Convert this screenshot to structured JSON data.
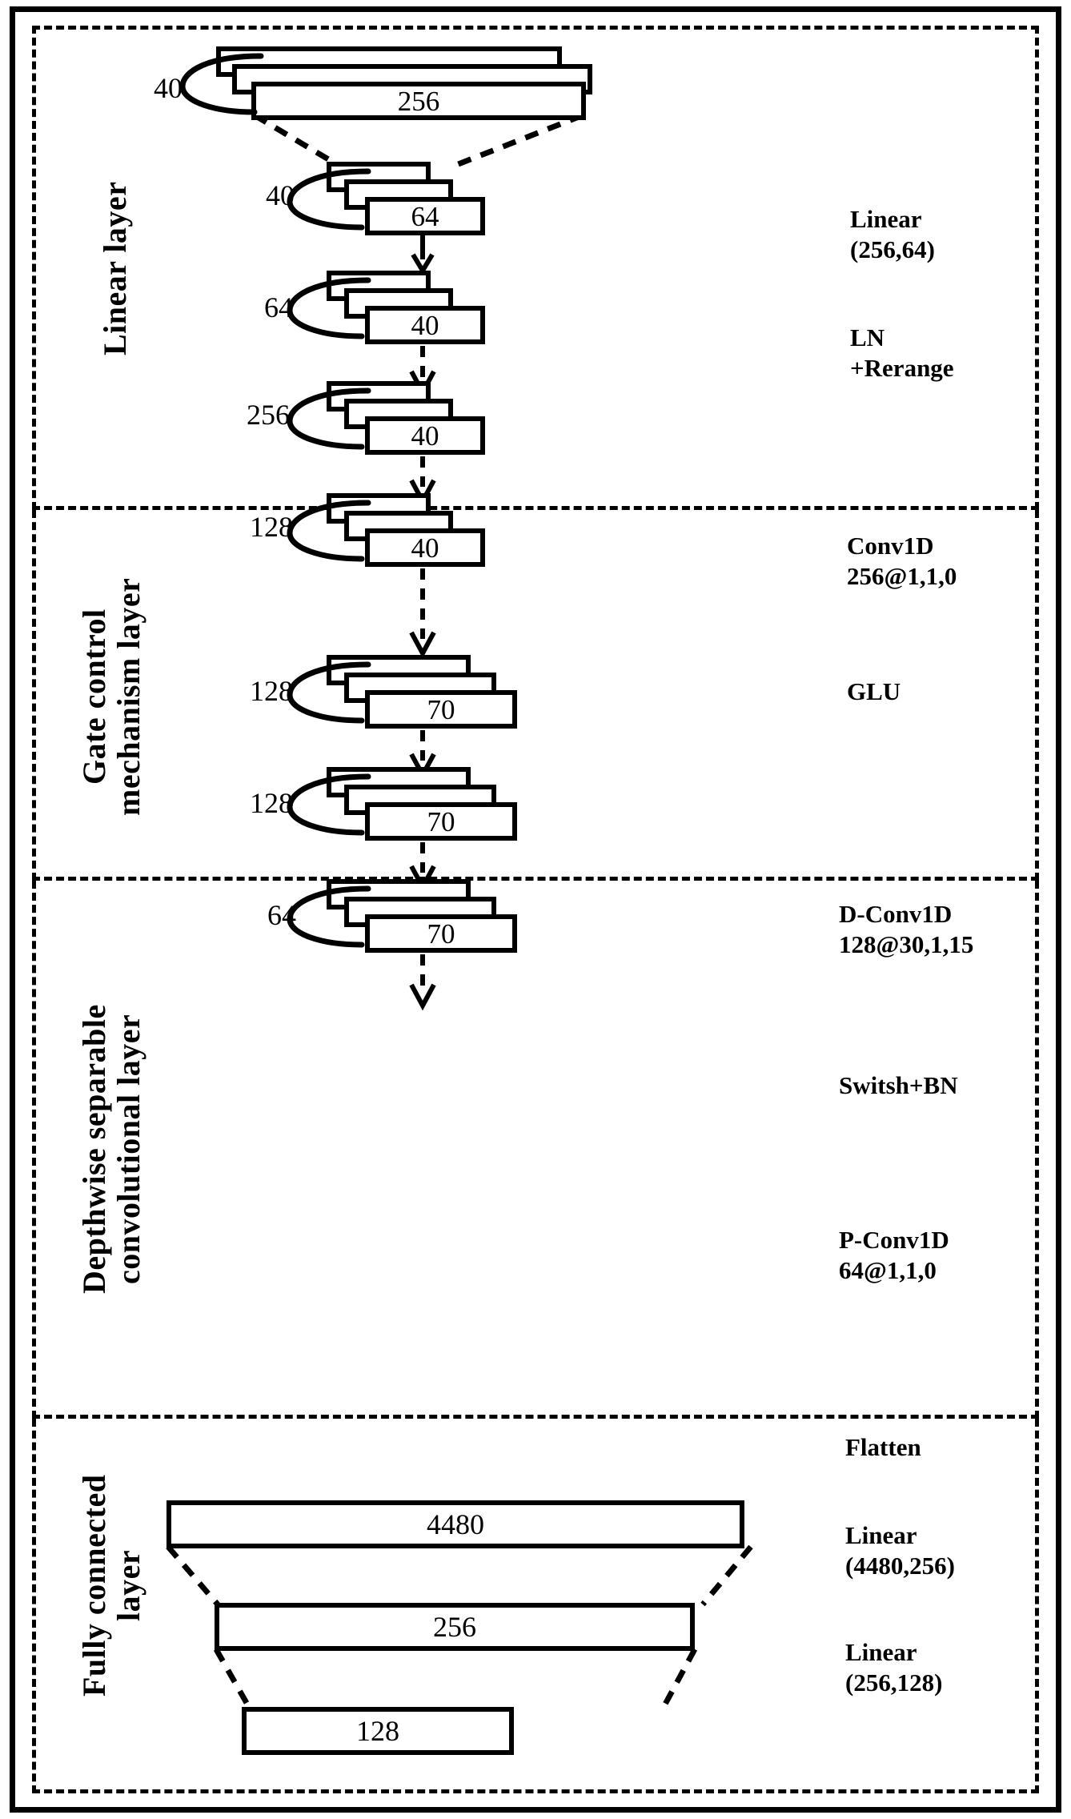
{
  "diagram": {
    "title": "Network architecture block diagram",
    "stages": [
      {
        "id": "linear-layer",
        "label": "Linear layer",
        "ops": [
          {
            "id": "linear-256-64",
            "lines": "Linear\n(256,64)"
          },
          {
            "id": "ln-rerange",
            "lines": "LN\n+Rerange"
          }
        ],
        "blocks": [
          {
            "id": "input-256",
            "channels": "40",
            "value": "256"
          },
          {
            "id": "linear-out-64",
            "channels": "40",
            "value": "64"
          },
          {
            "id": "rerange-40",
            "channels": "64",
            "value": "40"
          }
        ]
      },
      {
        "id": "gate-control-layer",
        "label": "Gate control\nmechanism layer",
        "ops": [
          {
            "id": "conv1d",
            "lines": "Conv1D\n256@1,1,0"
          },
          {
            "id": "glu",
            "lines": "GLU"
          }
        ],
        "blocks": [
          {
            "id": "conv1d-out",
            "channels": "256",
            "value": "40"
          },
          {
            "id": "glu-out",
            "channels": "128",
            "value": "40"
          }
        ]
      },
      {
        "id": "depthwise-separable-layer",
        "label": "Depthwise separable\nconvolutional layer",
        "ops": [
          {
            "id": "d-conv1d",
            "lines": "D-Conv1D\n128@30,1,15"
          },
          {
            "id": "switsh-bn",
            "lines": "Switsh+BN"
          },
          {
            "id": "p-conv1d",
            "lines": "P-Conv1D\n64@1,1,0"
          }
        ],
        "blocks": [
          {
            "id": "dconv-out",
            "channels": "128",
            "value": "70"
          },
          {
            "id": "switsh-out",
            "channels": "128",
            "value": "70"
          },
          {
            "id": "pconv-out",
            "channels": "64",
            "value": "70"
          }
        ]
      },
      {
        "id": "fully-connected-layer",
        "label": "Fully connected\nlayer",
        "ops": [
          {
            "id": "flatten",
            "lines": "Flatten"
          },
          {
            "id": "linear-4480-256",
            "lines": "Linear\n(4480,256)"
          },
          {
            "id": "linear-256-128",
            "lines": "Linear\n(256,128)"
          }
        ],
        "blocks": [
          {
            "id": "flatten-out",
            "value": "4480"
          },
          {
            "id": "fc1-out",
            "value": "256"
          },
          {
            "id": "fc2-out",
            "value": "128"
          }
        ]
      }
    ],
    "colors": {
      "stroke": "#000000",
      "fill": "#ffffff"
    }
  }
}
